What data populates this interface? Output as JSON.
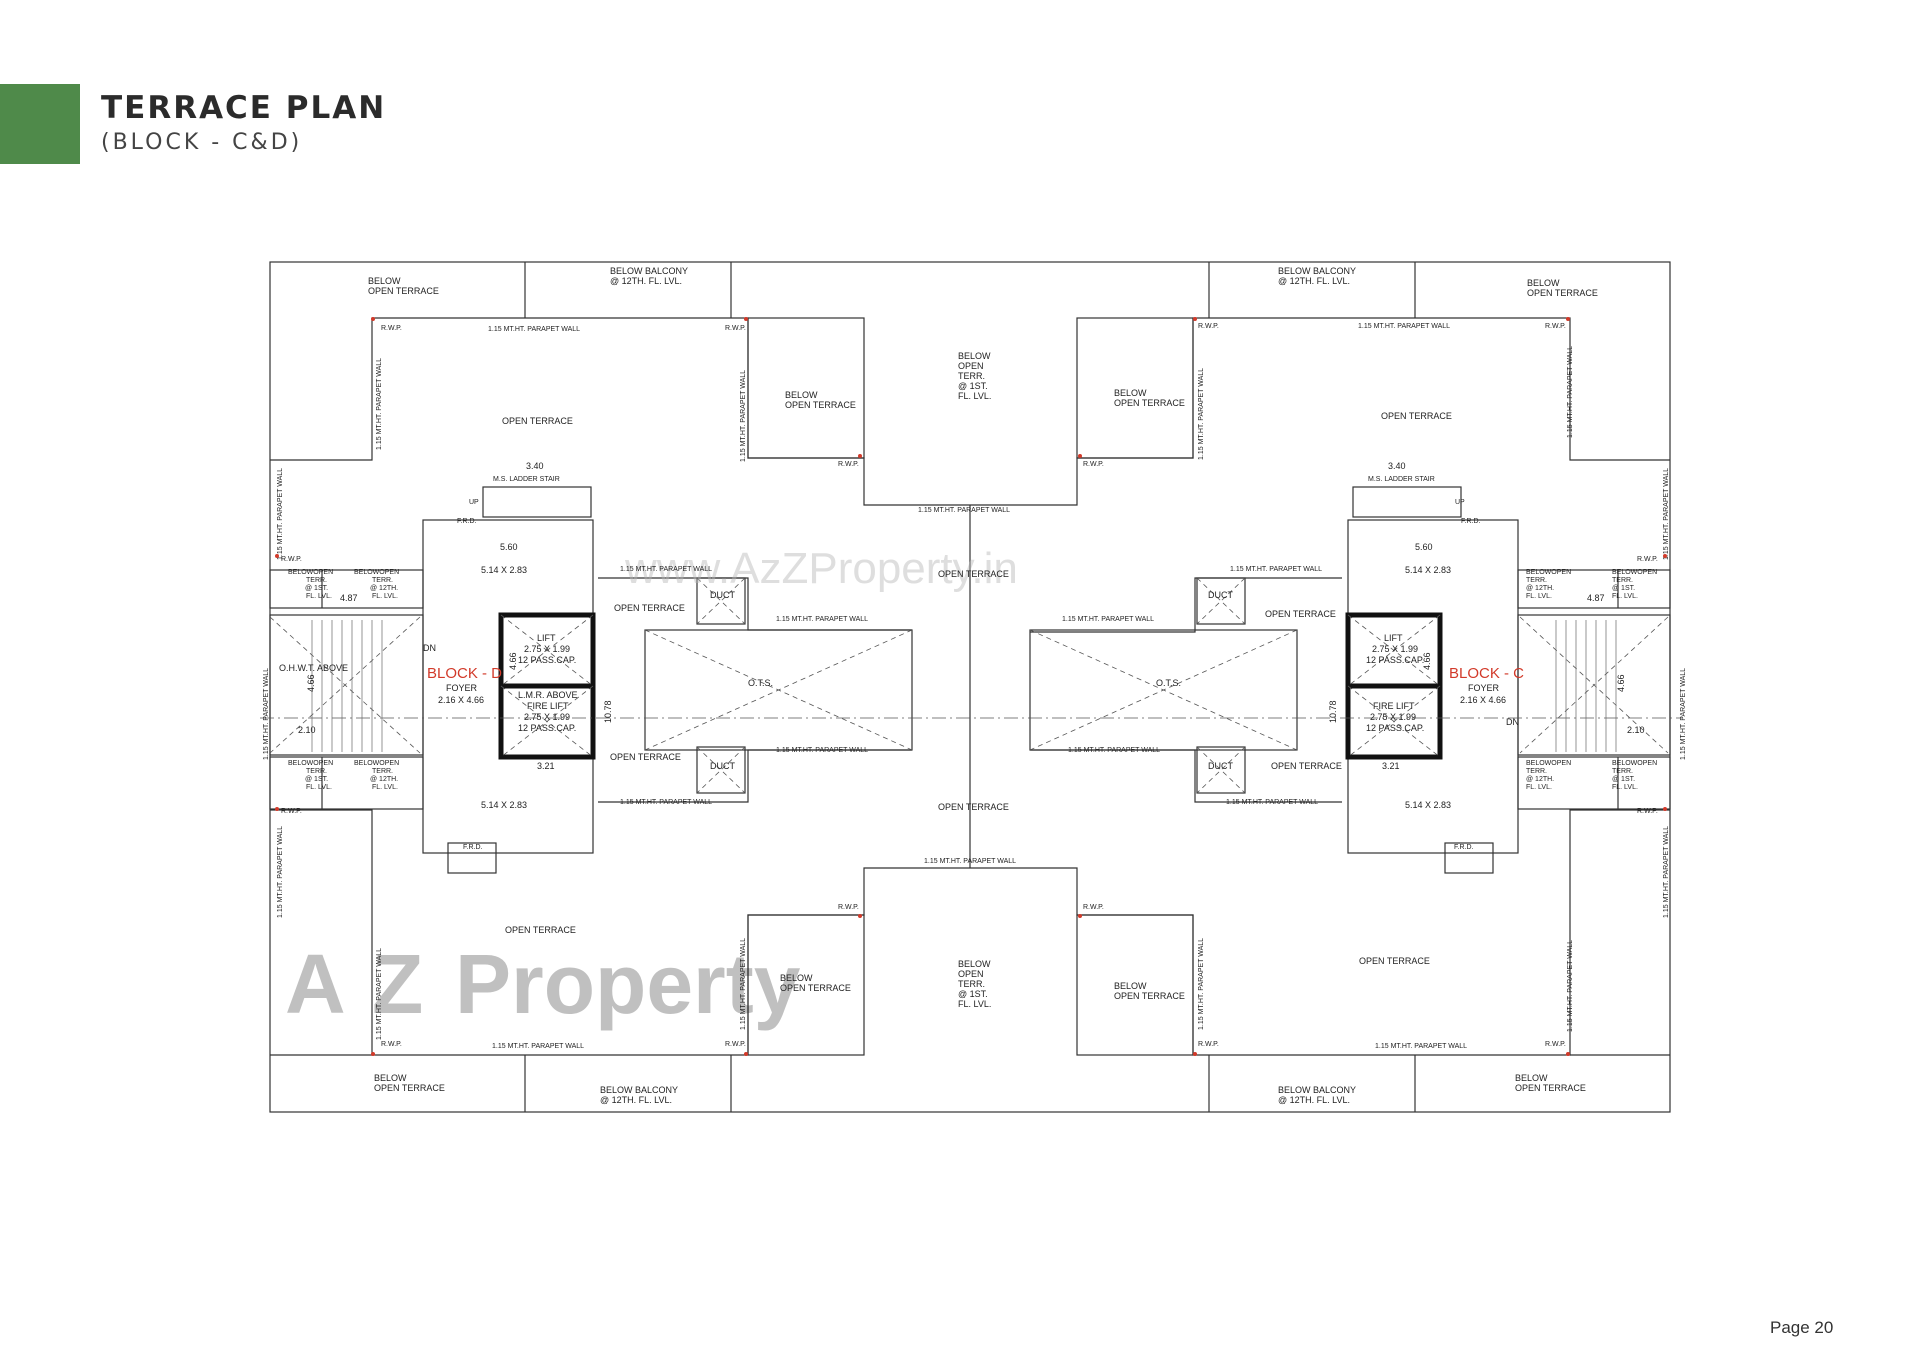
{
  "header": {
    "title": "TERRACE PLAN",
    "subtitle": "(BLOCK - C&D)"
  },
  "footer": {
    "page_label": "Page 20"
  },
  "colors": {
    "accent_green": "#4f8a4a",
    "block_label_red": "#d23a2a",
    "line": "#333333",
    "rwp_marker": "#d23a2a"
  },
  "watermark": {
    "url_text": "www.AzZProperty.in",
    "logo_a": "A",
    "logo_z": "Z",
    "logo_property": "Property"
  },
  "plan": {
    "below_open_terrace": "BELOW OPEN TERRACE",
    "below_open_terrace_line1": "BELOW",
    "below_open_terrace_line2": "OPEN TERRACE",
    "below_balcony_line1": "BELOW BALCONY",
    "below_balcony_line2": "@ 12TH. FL. LVL.",
    "below_open_terr_1st": [
      "BELOW",
      "OPEN",
      "TERR.",
      "@ 1ST.",
      "FL. LVL."
    ],
    "open_terrace": "OPEN TERRACE",
    "parapet": "1.15 MT.HT. PARAPET WALL",
    "rwp": "R.W.P.",
    "ladder": "M.S. LADDER  STAIR",
    "dim_340": "3.40",
    "dim_560": "5.60",
    "dim_514": "5.14 X 2.83",
    "dim_321": "3.21",
    "dim_487": "4.87",
    "dim_210": "2.10",
    "dim_466": "4.66",
    "dim_1078": "10.78",
    "frd": "F.R.D.",
    "up": "UP",
    "dn": "DN",
    "duct": "DUCT",
    "ots": "O.T.S.",
    "lift": [
      "LIFT",
      "2.75 X 1.99",
      "12 PASS.CAP."
    ],
    "lmr": [
      "L.M.R. ABOVE",
      "FIRE LIFT",
      "2.75 X 1.99",
      "12 PASS.CAP."
    ],
    "fire_lift": [
      "FIRE LIFT",
      "2.75 X 1.99",
      "12 PASS.CAP."
    ],
    "block_d": "BLOCK - D",
    "block_c": "BLOCK - C",
    "foyer": "FOYER",
    "foyer_dim": "2.16 X 4.66",
    "ohwt": "O.H.W.T. ABOVE",
    "below_open_terr_small_12": [
      "BELOWOPEN",
      "TERR.",
      "@ 12TH.",
      "FL. LVL."
    ],
    "below_open_terr_small_1": [
      "BELOWOPEN",
      "TERR.",
      "@ 1ST.",
      "FL. LVL."
    ]
  }
}
